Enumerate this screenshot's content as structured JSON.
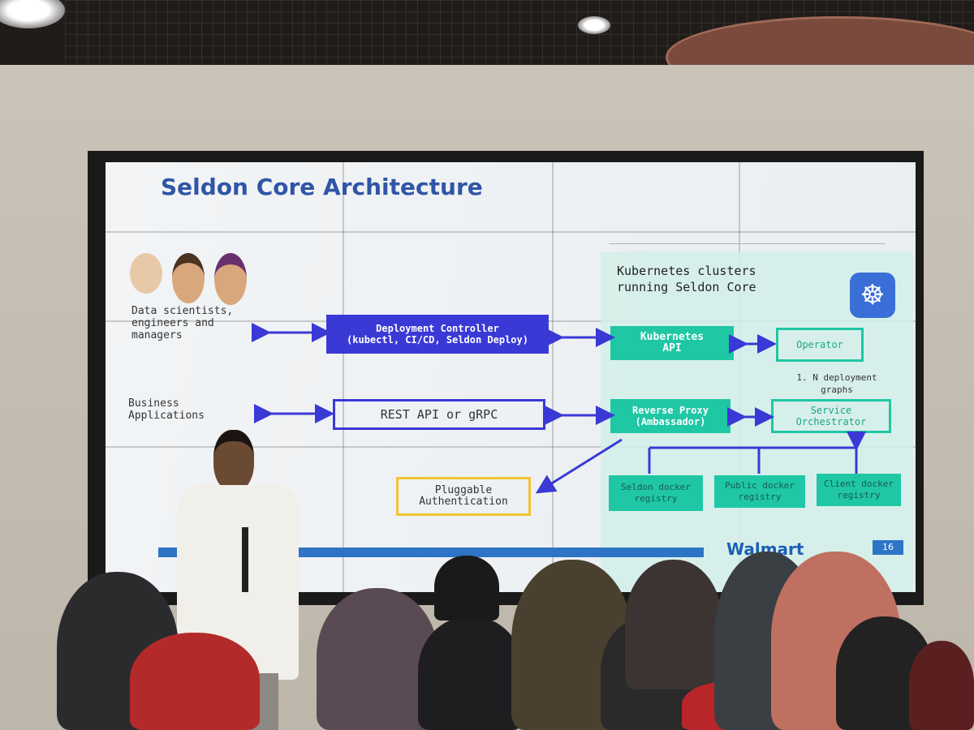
{
  "slide": {
    "title": "Seldon Core Architecture",
    "kubernetes_heading": "Kubernetes clusters\nrunning Seldon Core",
    "actors": {
      "people": "Data scientists,\nengineers and\nmanagers",
      "business": "Business\nApplications"
    },
    "boxes": {
      "deployment_controller": "Deployment Controller\n(kubectl, CI/CD, Seldon Deploy)",
      "rest_api": "REST API or gRPC",
      "pluggable_auth": "Pluggable\nAuthentication",
      "kubernetes_api": "Kubernetes\nAPI",
      "operator": "Operator",
      "reverse_proxy": "Reverse Proxy\n(Ambassador)",
      "service_orchestrator": "Service\nOrchestrator",
      "seldon_registry": "Seldon docker\nregistry",
      "public_registry": "Public docker\nregistry",
      "client_registry": "Client docker\nregistry"
    },
    "deployment_note": "1. N deployment\ngraphs",
    "brand": "Walmart",
    "page_number": "16"
  },
  "colors": {
    "title_blue": "#2f56a6",
    "arrow_blue": "#3a39d6",
    "teal": "#1fc7a5",
    "yellow": "#f1c331"
  },
  "icons": [
    "kubernetes-helm-icon",
    "person-avatar-icon"
  ]
}
